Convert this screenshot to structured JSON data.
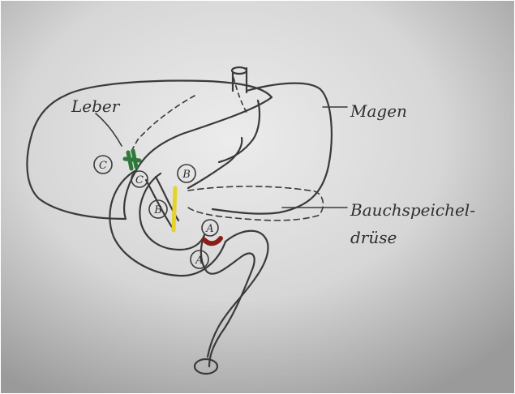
{
  "labels": {
    "liver": "Leber",
    "stomach": "Magen",
    "pancreas_line1": "Bauchspeichel-",
    "pancreas_line2": "drüse"
  },
  "markers": {
    "a": "A",
    "b": "B",
    "c": "C"
  },
  "colors": {
    "paper_light": "#e9e9e9",
    "paper_dark": "#8f8f8f",
    "pencil": "#3a3a3a",
    "marker_green": "#2f7a3a",
    "marker_yellow": "#e6d22a",
    "marker_red": "#8a1f1a"
  }
}
